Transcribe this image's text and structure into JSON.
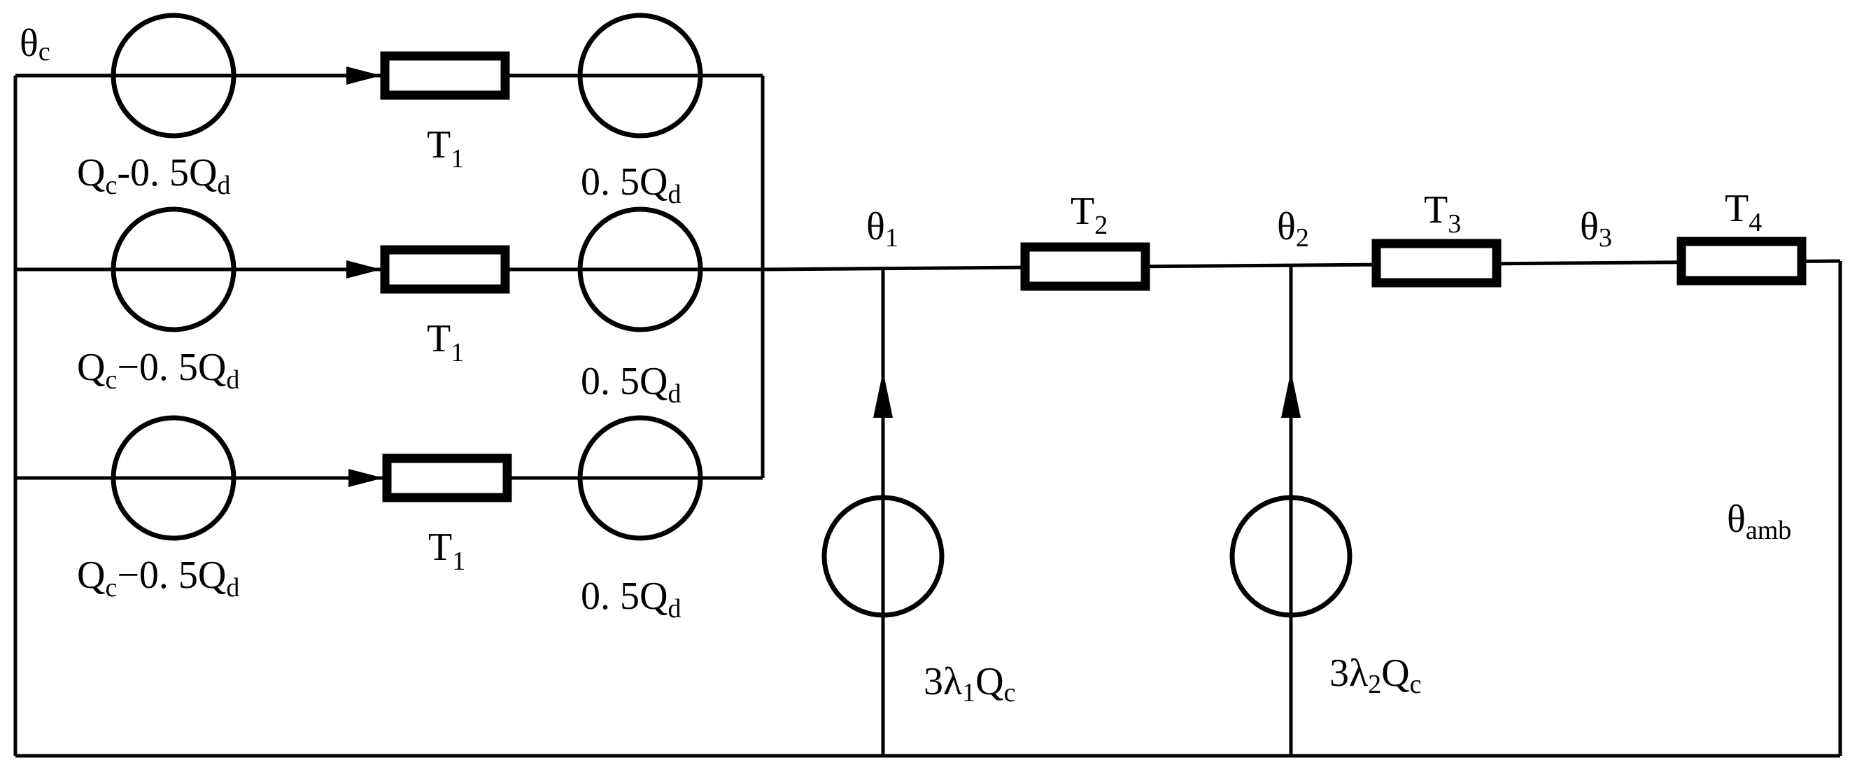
{
  "nodes": {
    "theta_c": {
      "sym": "θ",
      "sub": "c"
    },
    "theta_1": {
      "sym": "θ",
      "sub": "1"
    },
    "theta_2": {
      "sym": "θ",
      "sub": "2"
    },
    "theta_3": {
      "sym": "θ",
      "sub": "3"
    },
    "theta_amb": {
      "sym": "θ",
      "sub": "amb"
    }
  },
  "branches": [
    {
      "source_left": {
        "a": "Q",
        "a_sub": "c",
        "mid": "-0. 5Q",
        "mid_sub": "d"
      },
      "resistor": {
        "sym": "T",
        "sub": "1"
      },
      "source_right": {
        "a": "0. 5Q",
        "a_sub": "d"
      }
    },
    {
      "source_left": {
        "a": "Q",
        "a_sub": "c",
        "mid": "−0. 5Q",
        "mid_sub": "d"
      },
      "resistor": {
        "sym": "T",
        "sub": "1"
      },
      "source_right": {
        "a": "0. 5Q",
        "a_sub": "d"
      }
    },
    {
      "source_left": {
        "a": "Q",
        "a_sub": "c",
        "mid": "−0. 5Q",
        "mid_sub": "d"
      },
      "resistor": {
        "sym": "T",
        "sub": "1"
      },
      "source_right": {
        "a": "0. 5Q",
        "a_sub": "d"
      }
    }
  ],
  "resistors": {
    "t2": {
      "sym": "T",
      "sub": "2"
    },
    "t3": {
      "sym": "T",
      "sub": "3"
    },
    "t4": {
      "sym": "T",
      "sub": "4"
    }
  },
  "shunt_sources": {
    "s1": {
      "pre": "3λ",
      "pre_sub": "1",
      "post": "Q",
      "post_sub": "c"
    },
    "s2": {
      "pre": "3λ",
      "pre_sub": "2",
      "post": "Q",
      "post_sub": "c"
    }
  }
}
